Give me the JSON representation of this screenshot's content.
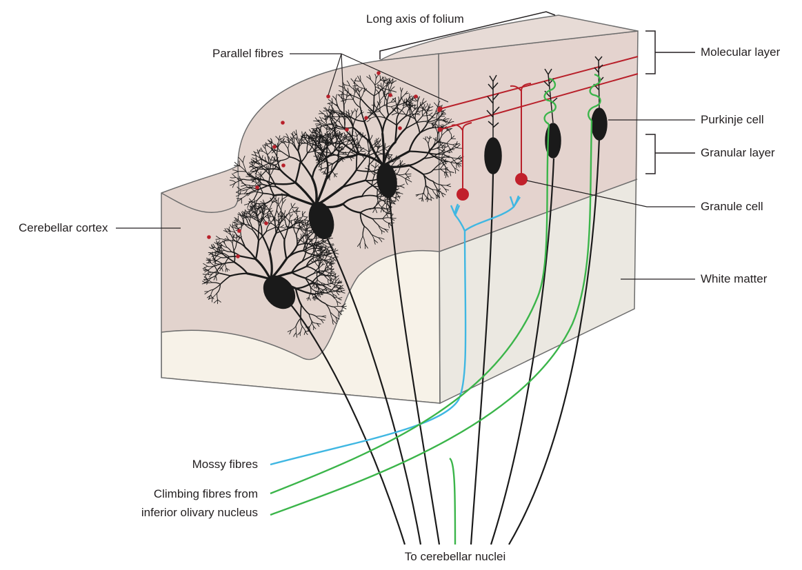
{
  "labels": {
    "long_axis": "Long axis of folium",
    "parallel_fibres": "Parallel fibres",
    "molecular_layer": "Molecular layer",
    "purkinje_cell": "Purkinje cell",
    "granular_layer": "Granular layer",
    "granule_cell": "Granule cell",
    "cerebellar_cortex": "Cerebellar cortex",
    "white_matter": "White matter",
    "mossy_fibres": "Mossy fibres",
    "climbing_fibres_line1": "Climbing fibres from",
    "climbing_fibres_line2": "inferior olivary nucleus",
    "to_nuclei": "To cerebellar nuclei"
  },
  "colors": {
    "cortex": "#e6d8d3",
    "cortex_front": "#e2d2cc",
    "white_matter": "#f7f2e8",
    "white_matter_side": "#ebe6df",
    "outline": "#6d6d6d",
    "parallel_fibre": "#b8202a",
    "mossy_fibre": "#3fb7e2",
    "climbing_fibre": "#3bb54a",
    "neuron": "#1a1a1a",
    "leader": "#333333"
  }
}
